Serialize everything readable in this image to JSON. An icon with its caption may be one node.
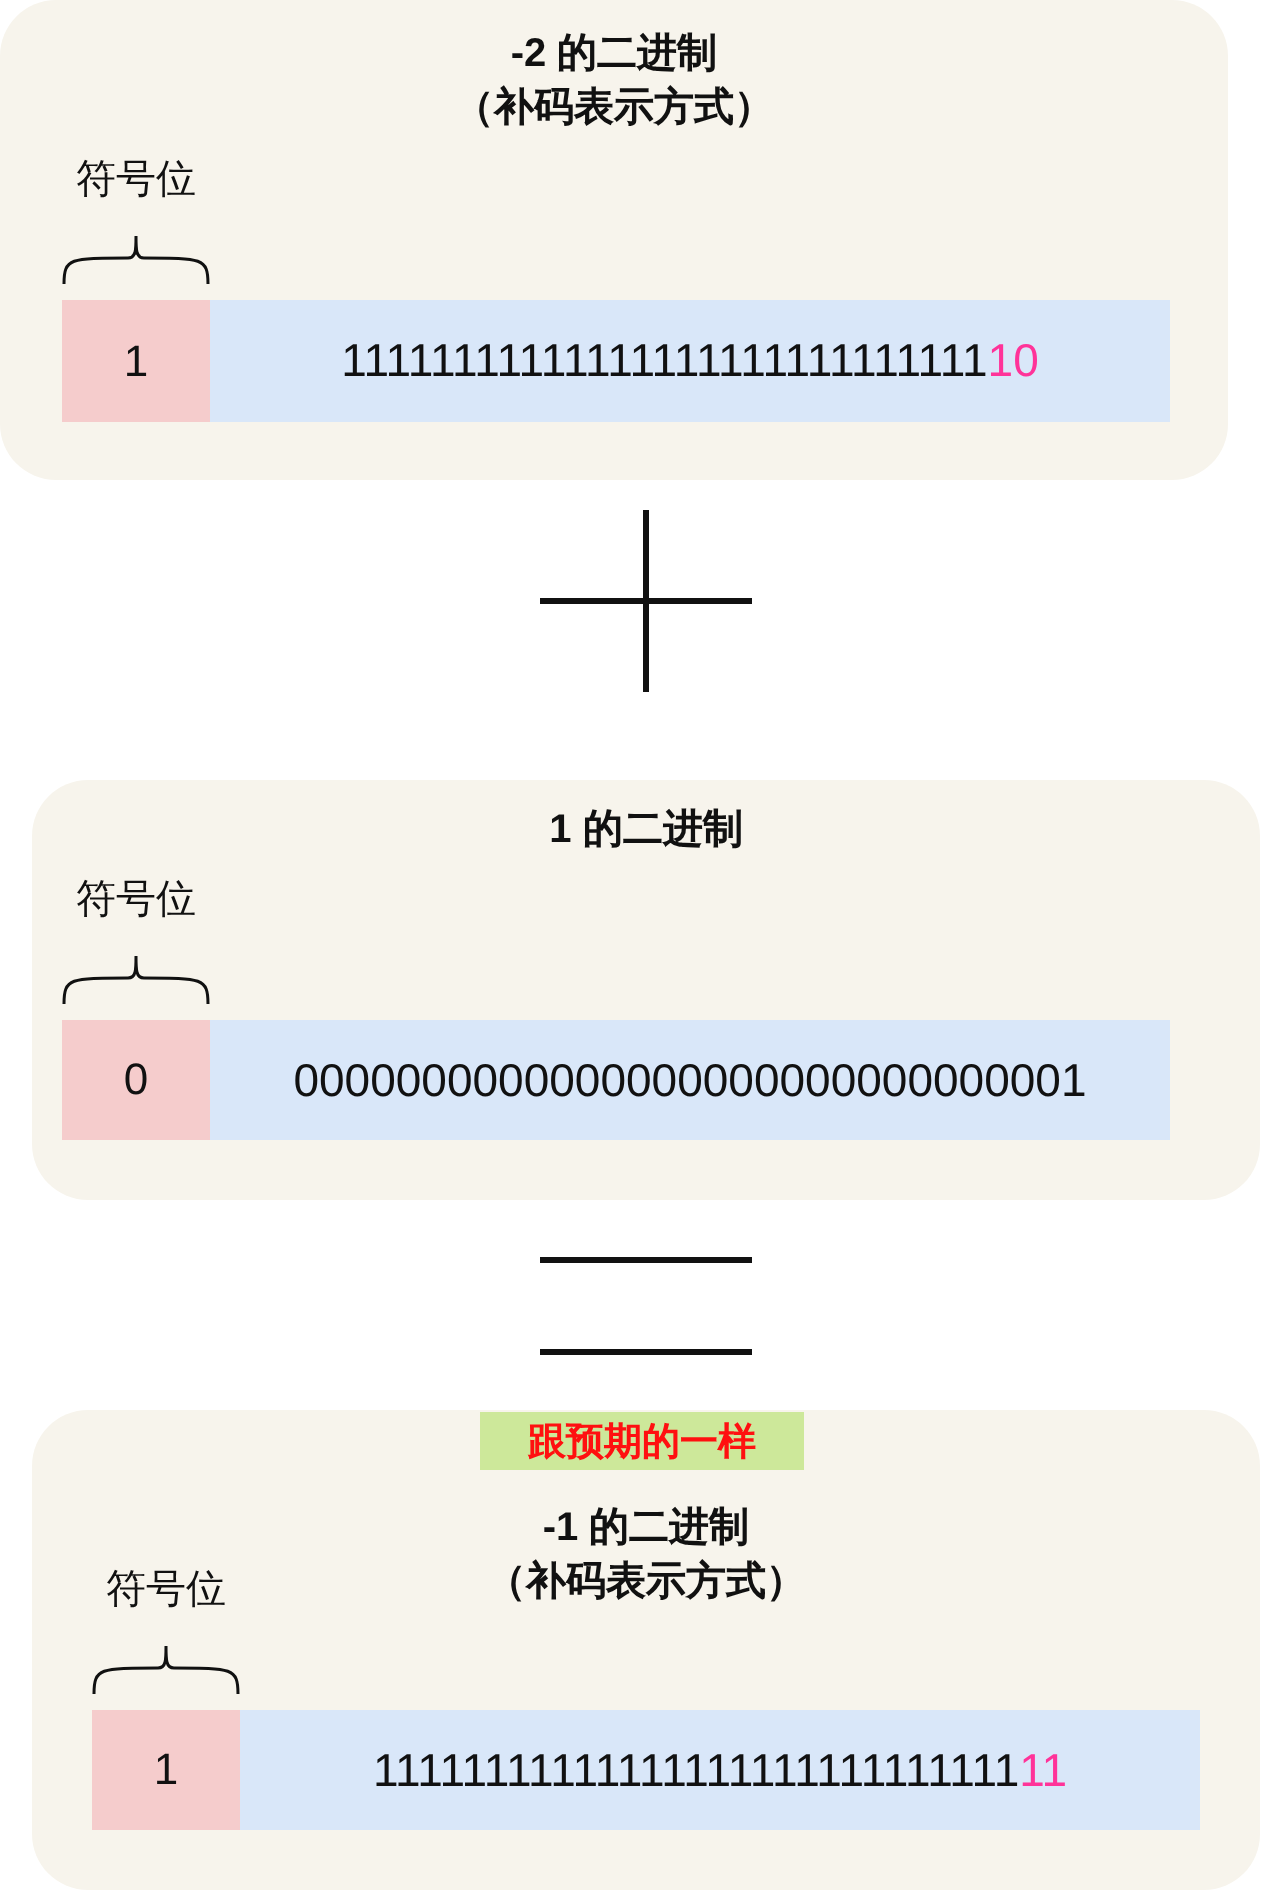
{
  "diagram": {
    "nodes": [
      {
        "text": [
          "-2 的二进制（补码表示方式）"
        ]
      },
      {
        "text": [
          "1"
        ],
        "in": 0,
        "beside": [
          "符号位"
        ]
      },
      {
        "text": [
          "11111111111111111111111111111",
          "10"
        ],
        "in": 0
      },
      {
        "text": [
          "1 的二进制"
        ]
      },
      {
        "text": [
          "0"
        ],
        "in": 3,
        "beside": [
          "符号位"
        ]
      },
      {
        "text": [
          "0000000000000000000000000000001"
        ],
        "in": 3
      },
      {
        "text": [
          "-1 的二进制（补码表示方式）"
        ]
      },
      {
        "text": [
          "跟预期的一样"
        ],
        "in": 6
      },
      {
        "text": [
          "1"
        ],
        "in": 6,
        "beside": [
          "符号位"
        ]
      },
      {
        "text": [
          "11111111111111111111111111111",
          "11"
        ],
        "in": 6
      }
    ]
  }
}
